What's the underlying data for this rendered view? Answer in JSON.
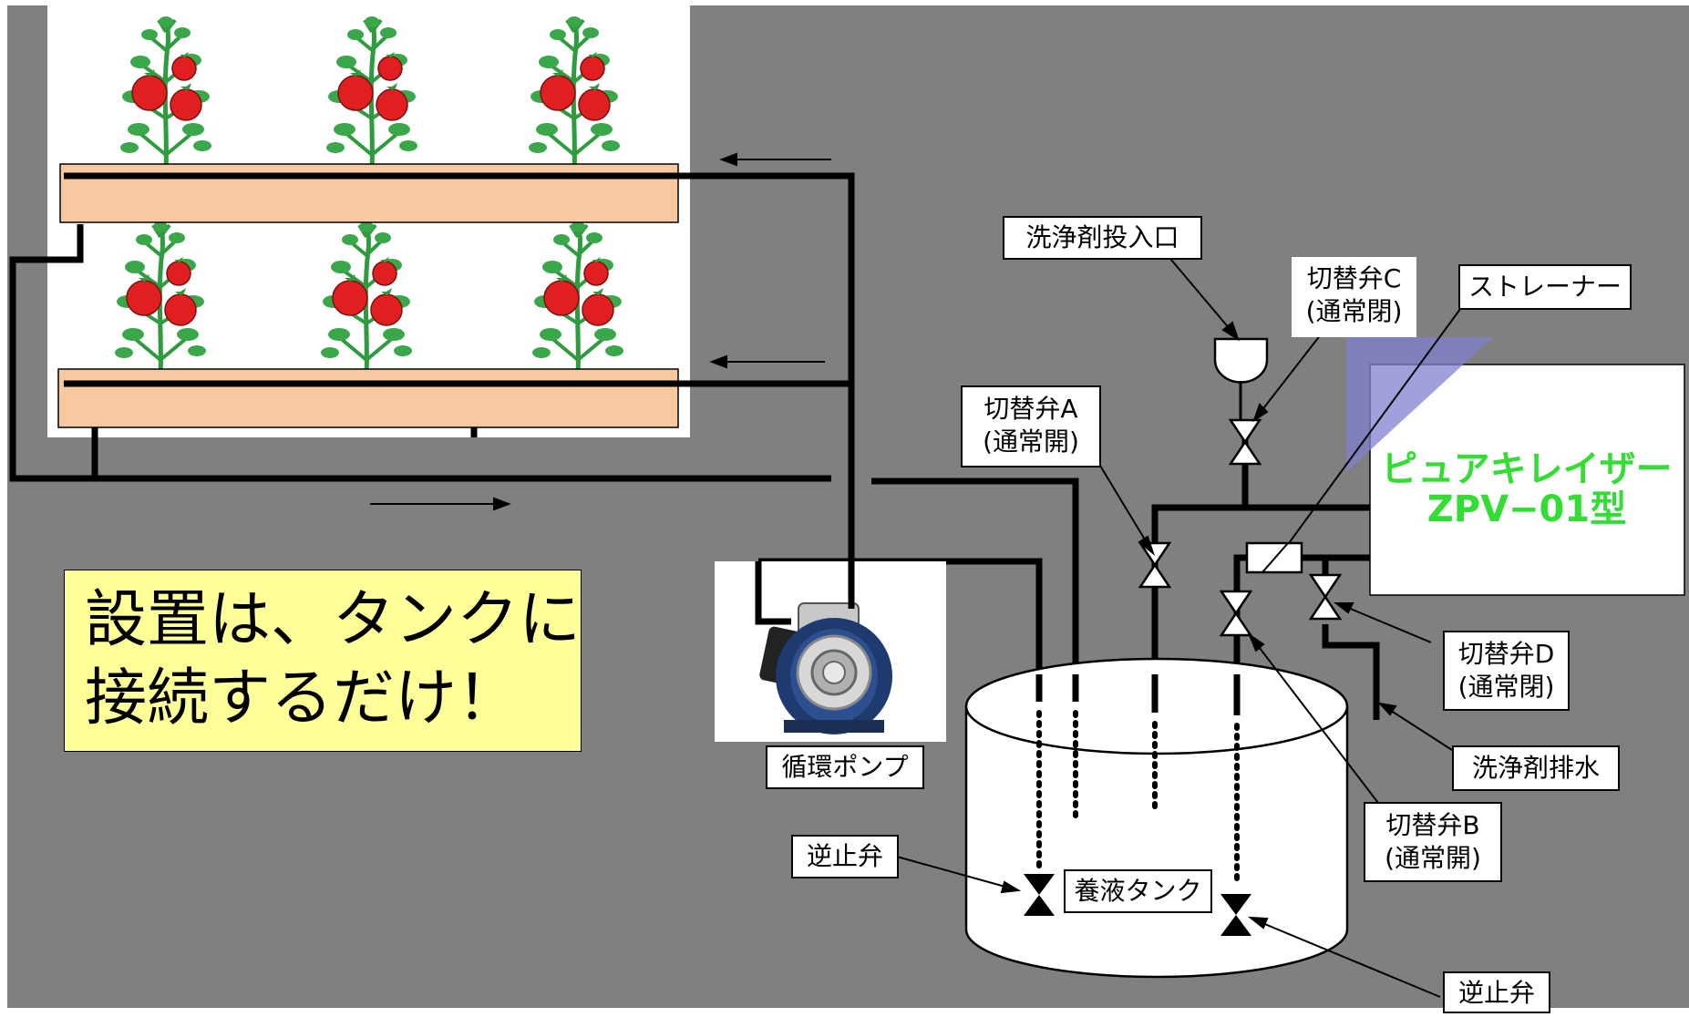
{
  "colors": {
    "background": "#808080",
    "planter": "#f8c8a0",
    "callout_bg": "#ffff99",
    "device_name": "#33dd33",
    "strainer_triangle": "#8888cc",
    "pipe": "#000000",
    "tomato_red": "#e02020",
    "leaf_green": "#2e9b3e"
  },
  "callout": {
    "line1": "設置は、タンクに",
    "line2": "接続するだけ！"
  },
  "device": {
    "line1": "ピュアキレイザー",
    "line2": "ZPV−01型"
  },
  "labels": {
    "detergent_inlet": "洗浄剤投入口",
    "valve_c_name": "切替弁C",
    "valve_c_state": "(通常閉)",
    "strainer": "ストレーナー",
    "valve_a_name": "切替弁A",
    "valve_a_state": "(通常開)",
    "valve_d_name": "切替弁D",
    "valve_d_state": "(通常閉)",
    "detergent_drain": "洗浄剤排水",
    "valve_b_name": "切替弁B",
    "valve_b_state": "(通常開)",
    "circulation_pump": "循環ポンプ",
    "check_valve_left": "逆止弁",
    "nutrient_tank": "養液タンク",
    "check_valve_right": "逆止弁"
  },
  "icons": {
    "tomato_plant": "tomato-plant-icon",
    "pump": "pump-icon",
    "valve": "valve-icon",
    "check_valve": "check-valve-icon",
    "funnel": "funnel-icon",
    "strainer": "strainer-icon",
    "flow_arrow": "flow-arrow-icon"
  },
  "plant_count_per_row": 3,
  "planter_rows": 2
}
